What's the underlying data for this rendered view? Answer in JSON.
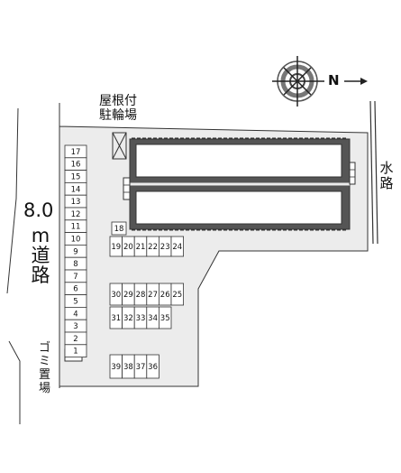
{
  "labels": {
    "roof_bicycle_line1": "屋根付",
    "roof_bicycle_line2": "駐輪場",
    "road_width_top": "8.0",
    "road_width_bottom": "m道路",
    "waterway": "水路",
    "garbage": "ゴミ置場",
    "north": "N"
  },
  "parking": {
    "column_left": [
      "17",
      "16",
      "15",
      "14",
      "13",
      "12",
      "11",
      "10",
      "9",
      "8",
      "7",
      "6",
      "5",
      "4",
      "3",
      "2",
      "1"
    ],
    "row_18": [
      "18"
    ],
    "row_19_24": [
      "19",
      "20",
      "21",
      "22",
      "23",
      "24"
    ],
    "row_30_25": [
      "30",
      "29",
      "28",
      "27",
      "26",
      "25"
    ],
    "row_31_35": [
      "31",
      "32",
      "33",
      "34",
      "35"
    ],
    "row_39_36": [
      "39",
      "38",
      "37",
      "36"
    ]
  },
  "colors": {
    "site_fill": "#ececec",
    "line": "#333333",
    "building_border": "#555555"
  }
}
